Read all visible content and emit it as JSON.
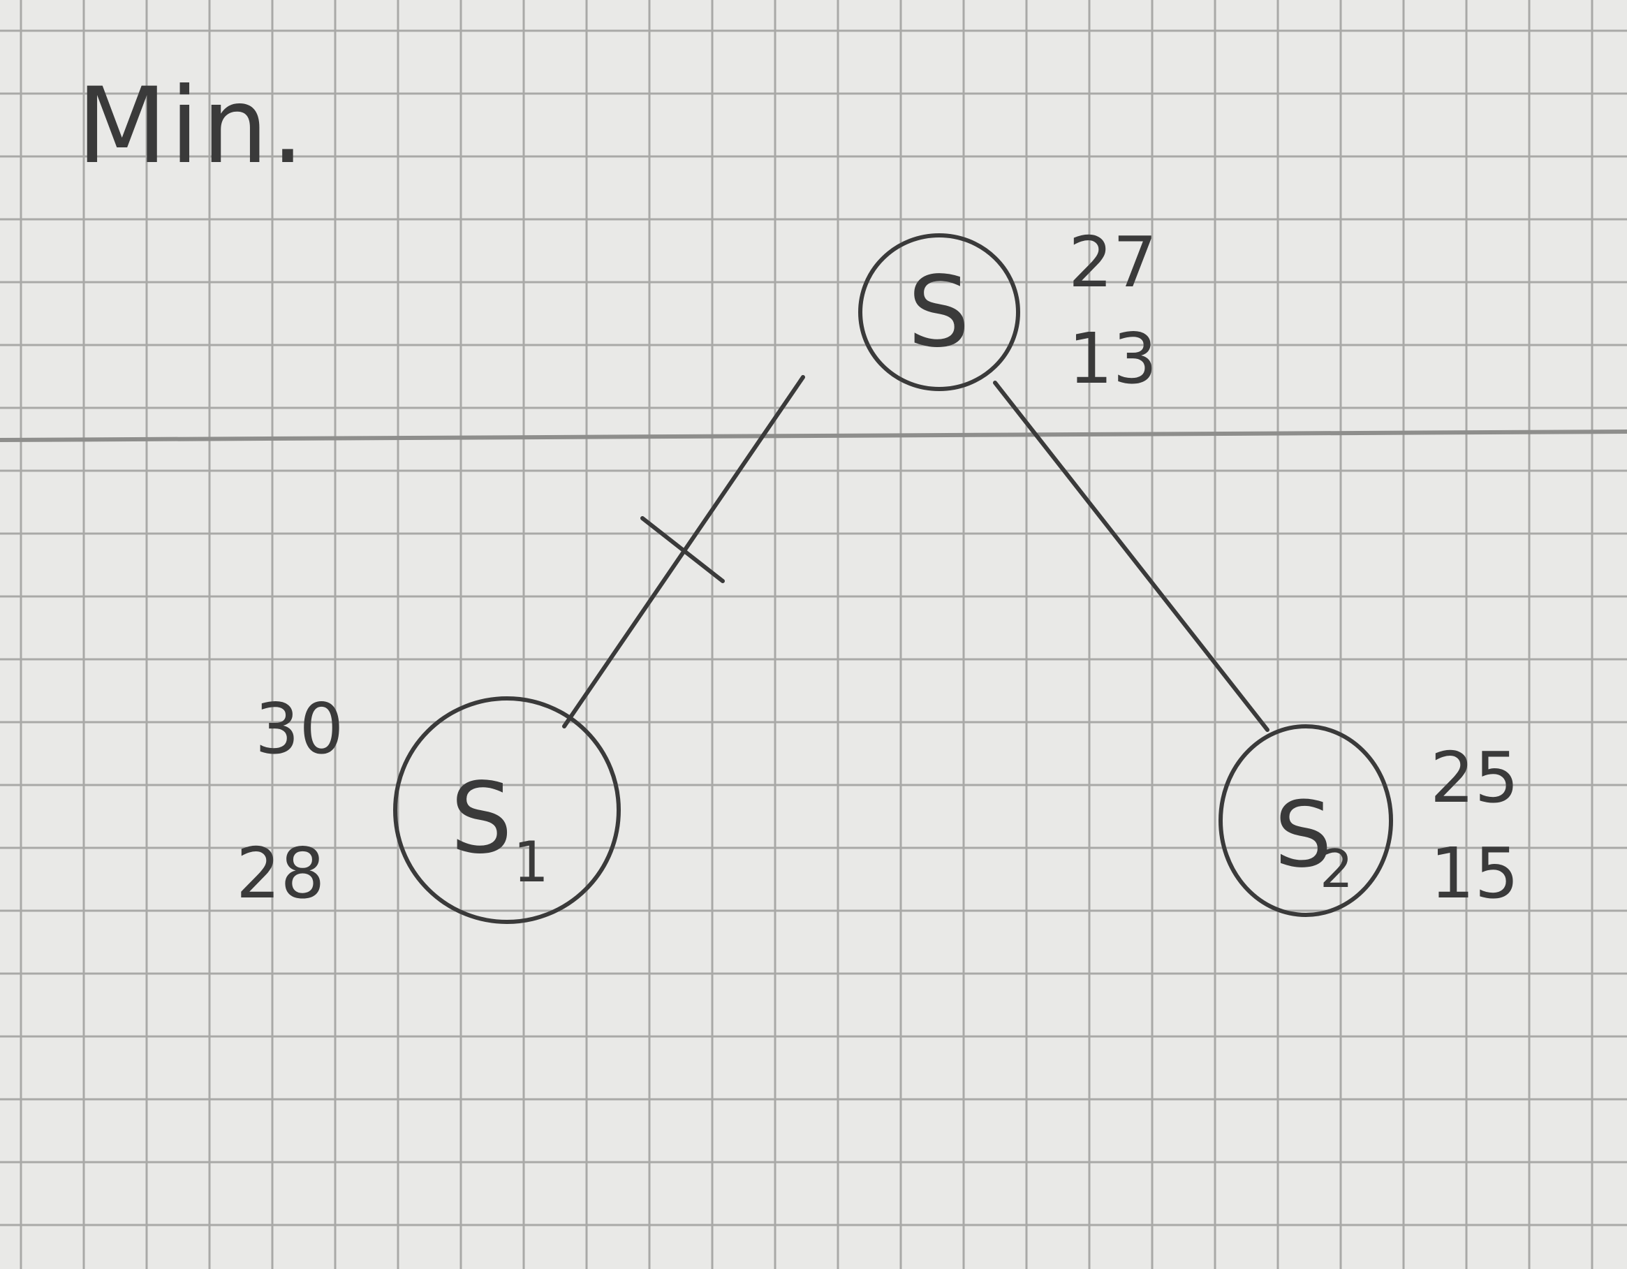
{
  "title": "Min.",
  "nodes": [
    {
      "id": "S",
      "label": "S",
      "subscript": "",
      "top_value": "27",
      "bottom_value": "13"
    },
    {
      "id": "S1",
      "label": "S",
      "subscript": "1",
      "top_value": "30",
      "bottom_value": "28"
    },
    {
      "id": "S2",
      "label": "S",
      "subscript": "2",
      "top_value": "25",
      "bottom_value": "15"
    }
  ],
  "edges": [
    {
      "from": "S",
      "to": "S1",
      "pruned": true
    },
    {
      "from": "S",
      "to": "S2",
      "pruned": false
    }
  ],
  "colors": {
    "paper": "#e9e9e7",
    "grid": "#a9a9a7",
    "ink": "#3a3a3a"
  }
}
